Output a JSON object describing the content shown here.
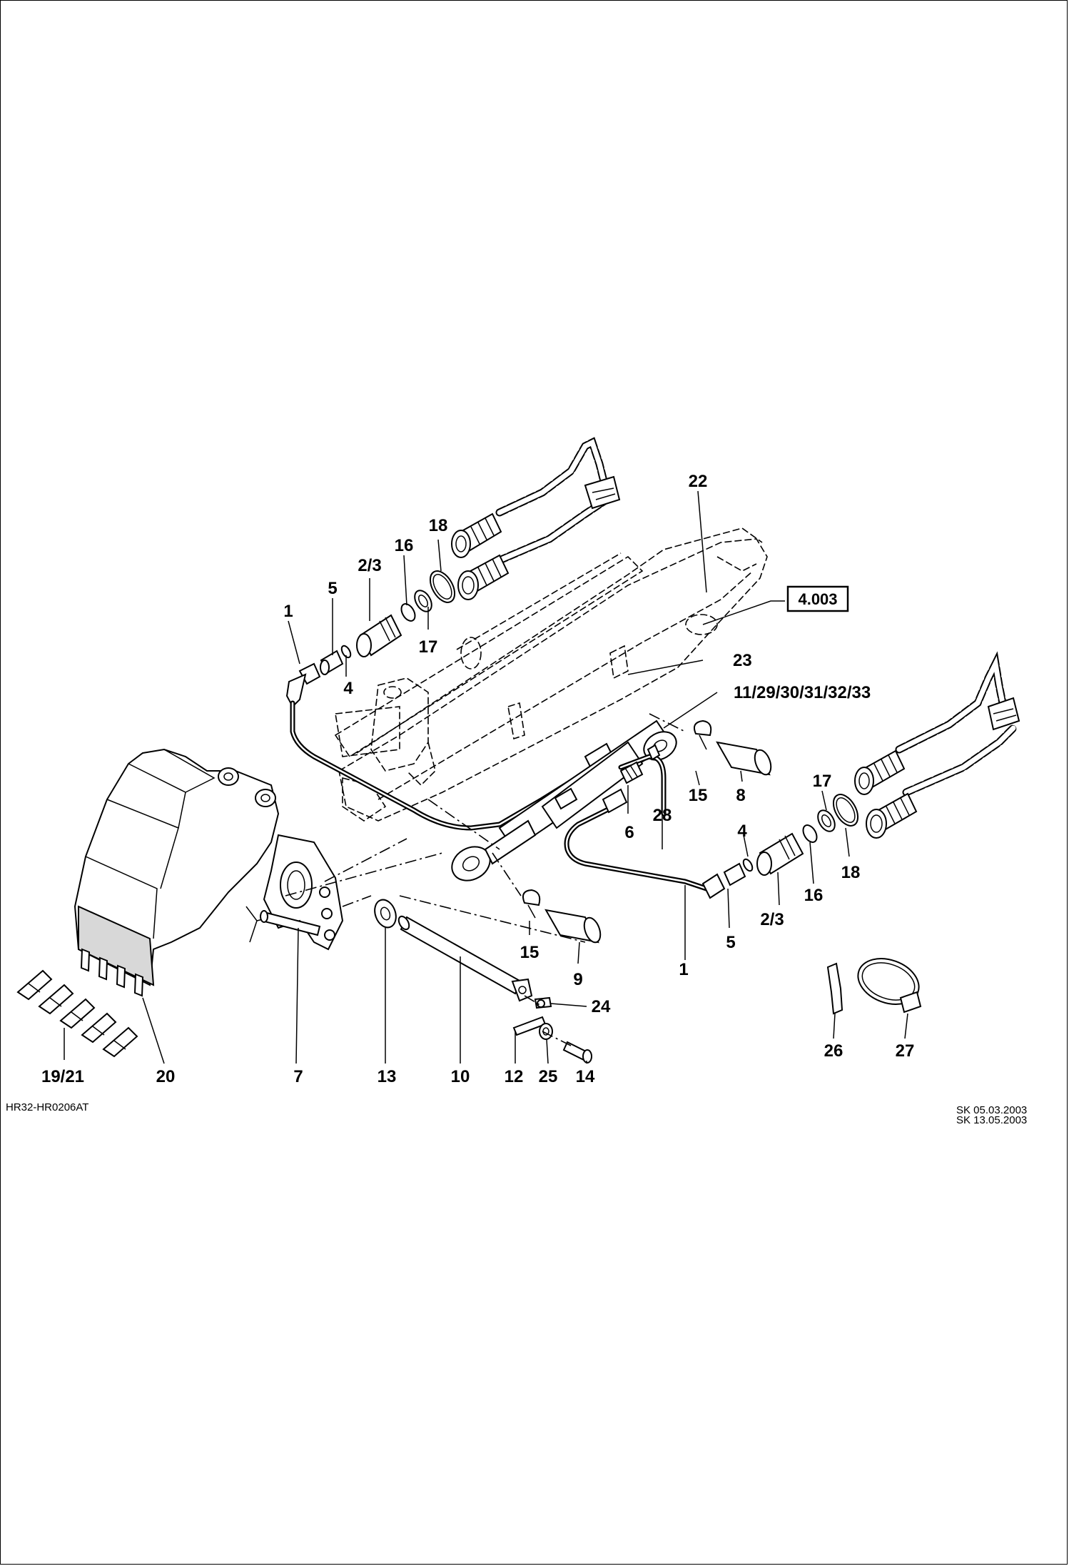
{
  "drawing": {
    "code": "HR32-HR0206AT",
    "revisions": [
      "SK  05.03.2003",
      "SK  13.05.2003"
    ],
    "reference_box": "4.003"
  },
  "callouts": [
    {
      "id": "c-1a",
      "label": "1"
    },
    {
      "id": "c-5a",
      "label": "5"
    },
    {
      "id": "c-4a",
      "label": "4"
    },
    {
      "id": "c-23a",
      "label": "2/3"
    },
    {
      "id": "c-16a",
      "label": "16"
    },
    {
      "id": "c-17a",
      "label": "17"
    },
    {
      "id": "c-18a",
      "label": "18"
    },
    {
      "id": "c-22",
      "label": "22"
    },
    {
      "id": "c-23",
      "label": "23"
    },
    {
      "id": "c-11",
      "label": "11/29/30/31/32/33"
    },
    {
      "id": "c-15a",
      "label": "15"
    },
    {
      "id": "c-8",
      "label": "8"
    },
    {
      "id": "c-6",
      "label": "6"
    },
    {
      "id": "c-28",
      "label": "28"
    },
    {
      "id": "c-4b",
      "label": "4"
    },
    {
      "id": "c-17b",
      "label": "17"
    },
    {
      "id": "c-18b",
      "label": "18"
    },
    {
      "id": "c-16b",
      "label": "16"
    },
    {
      "id": "c-23b",
      "label": "2/3"
    },
    {
      "id": "c-5b",
      "label": "5"
    },
    {
      "id": "c-1b",
      "label": "1"
    },
    {
      "id": "c-15b",
      "label": "15"
    },
    {
      "id": "c-9",
      "label": "9"
    },
    {
      "id": "c-24",
      "label": "24"
    },
    {
      "id": "c-26",
      "label": "26"
    },
    {
      "id": "c-27",
      "label": "27"
    },
    {
      "id": "c-1921",
      "label": "19/21"
    },
    {
      "id": "c-20",
      "label": "20"
    },
    {
      "id": "c-7",
      "label": "7"
    },
    {
      "id": "c-13",
      "label": "13"
    },
    {
      "id": "c-10",
      "label": "10"
    },
    {
      "id": "c-12",
      "label": "12"
    },
    {
      "id": "c-25",
      "label": "25"
    },
    {
      "id": "c-14",
      "label": "14"
    }
  ]
}
